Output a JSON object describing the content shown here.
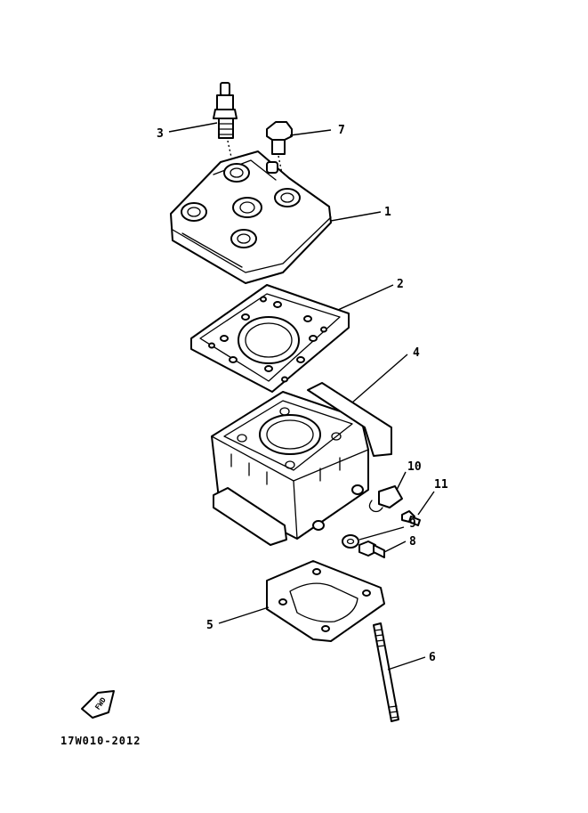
{
  "diagram": {
    "part_code": "17W010-2012",
    "direction_label": "FWD",
    "callouts": [
      "1",
      "2",
      "3",
      "4",
      "5",
      "6",
      "7",
      "8",
      "9",
      "10",
      "11"
    ]
  }
}
